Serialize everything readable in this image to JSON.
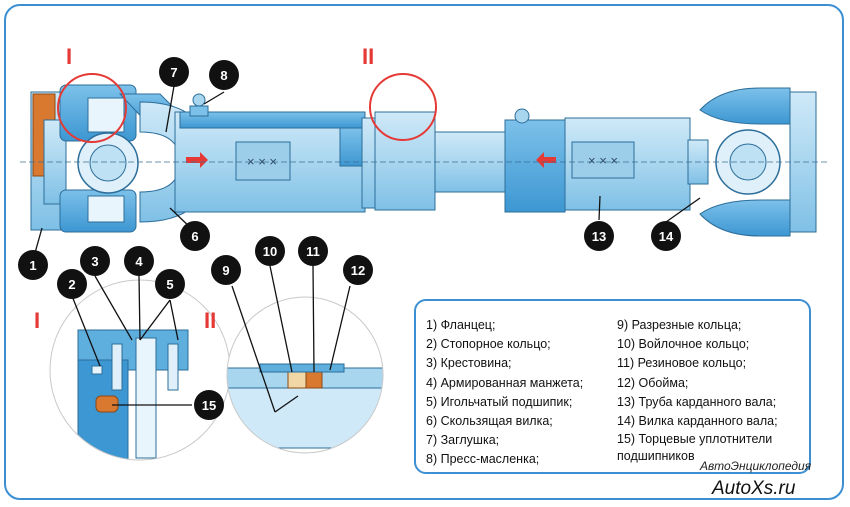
{
  "roman_labels": {
    "first": "I",
    "second": "II"
  },
  "callouts": [
    "1",
    "2",
    "3",
    "4",
    "5",
    "6",
    "7",
    "8",
    "9",
    "10",
    "11",
    "12",
    "13",
    "14",
    "15"
  ],
  "legend": {
    "left_column": [
      "1) Фланцец;",
      "2) Стопорное кольцо;",
      "3) Крестовина;",
      "4) Армированная манжета;",
      "5) Игольчатый подшипик;",
      "6) Скользящая вилка;",
      "7) Заглушка;",
      "8) Пресс-масленка;"
    ],
    "right_column": [
      "9) Разрезные кольца;",
      "10) Войлочное кольцо;",
      "11) Резиновое кольцо;",
      "12) Обойма;",
      "13) Труба карданного вала;",
      "14) Вилка карданного вала;",
      "15) Торцевые уплотнители подшипников"
    ]
  },
  "branding": {
    "line1": "АвтоЭнциклопедия",
    "line2": "AutoXs.ru"
  },
  "colors": {
    "frame": "#3b8fd2",
    "steel": "#a9d6ef",
    "steel_dark": "#5eaede",
    "flange": "#d9782f",
    "marker": "#e53935",
    "callout": "#111111"
  }
}
